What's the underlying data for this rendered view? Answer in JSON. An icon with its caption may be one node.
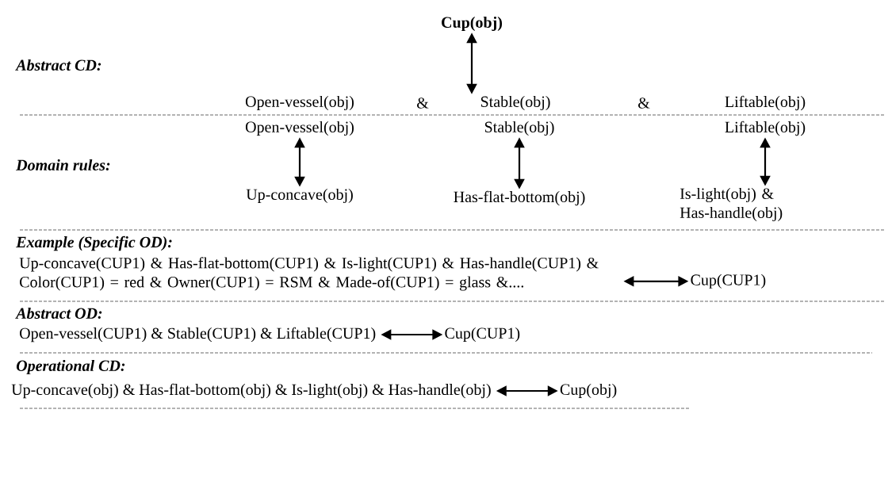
{
  "diagram": {
    "nodes": [
      {
        "text": [
          "Cup(obj)"
        ]
      },
      {
        "text": [
          "Open-vessel(obj)"
        ]
      },
      {
        "text": [
          "Stable(obj)"
        ]
      },
      {
        "text": [
          "Liftable(obj)"
        ]
      },
      {
        "text": [
          "Open-vessel(obj)"
        ]
      },
      {
        "text": [
          "Up-concave(obj)"
        ]
      },
      {
        "text": [
          "Stable(obj)"
        ]
      },
      {
        "text": [
          "Has-flat-bottom(obj)"
        ]
      },
      {
        "text": [
          "Liftable(obj)"
        ]
      },
      {
        "text": [
          "Is-light(obj) & Has-handle(obj)"
        ]
      },
      {
        "text": [
          "Up-concave(CUP1) & Has-flat-bottom(CUP1) & Is-light(CUP1) & Has-handle(CUP1) & Color(CUP1) = red & Owner(CUP1) = RSM & Made-of(CUP1) = glass &...."
        ]
      },
      {
        "text": [
          "Cup(CUP1)"
        ]
      },
      {
        "text": [
          "Open-vessel(CUP1) & Stable(CUP1) & Liftable(CUP1)"
        ]
      },
      {
        "text": [
          "Cup(CUP1)"
        ]
      },
      {
        "text": [
          "Up-concave(obj) & Has-flat-bottom(obj) & Is-light(obj) & Has-handle(obj)"
        ]
      },
      {
        "text": [
          "Cup(obj)"
        ]
      }
    ],
    "edges": [
      {
        "from": 0,
        "to": 2,
        "arrow": "both"
      },
      {
        "from": 4,
        "to": 5,
        "arrow": "both"
      },
      {
        "from": 6,
        "to": 7,
        "arrow": "both"
      },
      {
        "from": 8,
        "to": 9,
        "arrow": "both"
      },
      {
        "from": 10,
        "to": 11,
        "arrow": "both"
      },
      {
        "from": 12,
        "to": 13,
        "arrow": "both"
      },
      {
        "from": 14,
        "to": 15,
        "arrow": "both"
      }
    ],
    "labels": [
      "Abstract CD:",
      "&",
      "&",
      "Domain rules:",
      "Example (Specific OD):",
      "Abstract OD:",
      "Operational CD:"
    ]
  }
}
